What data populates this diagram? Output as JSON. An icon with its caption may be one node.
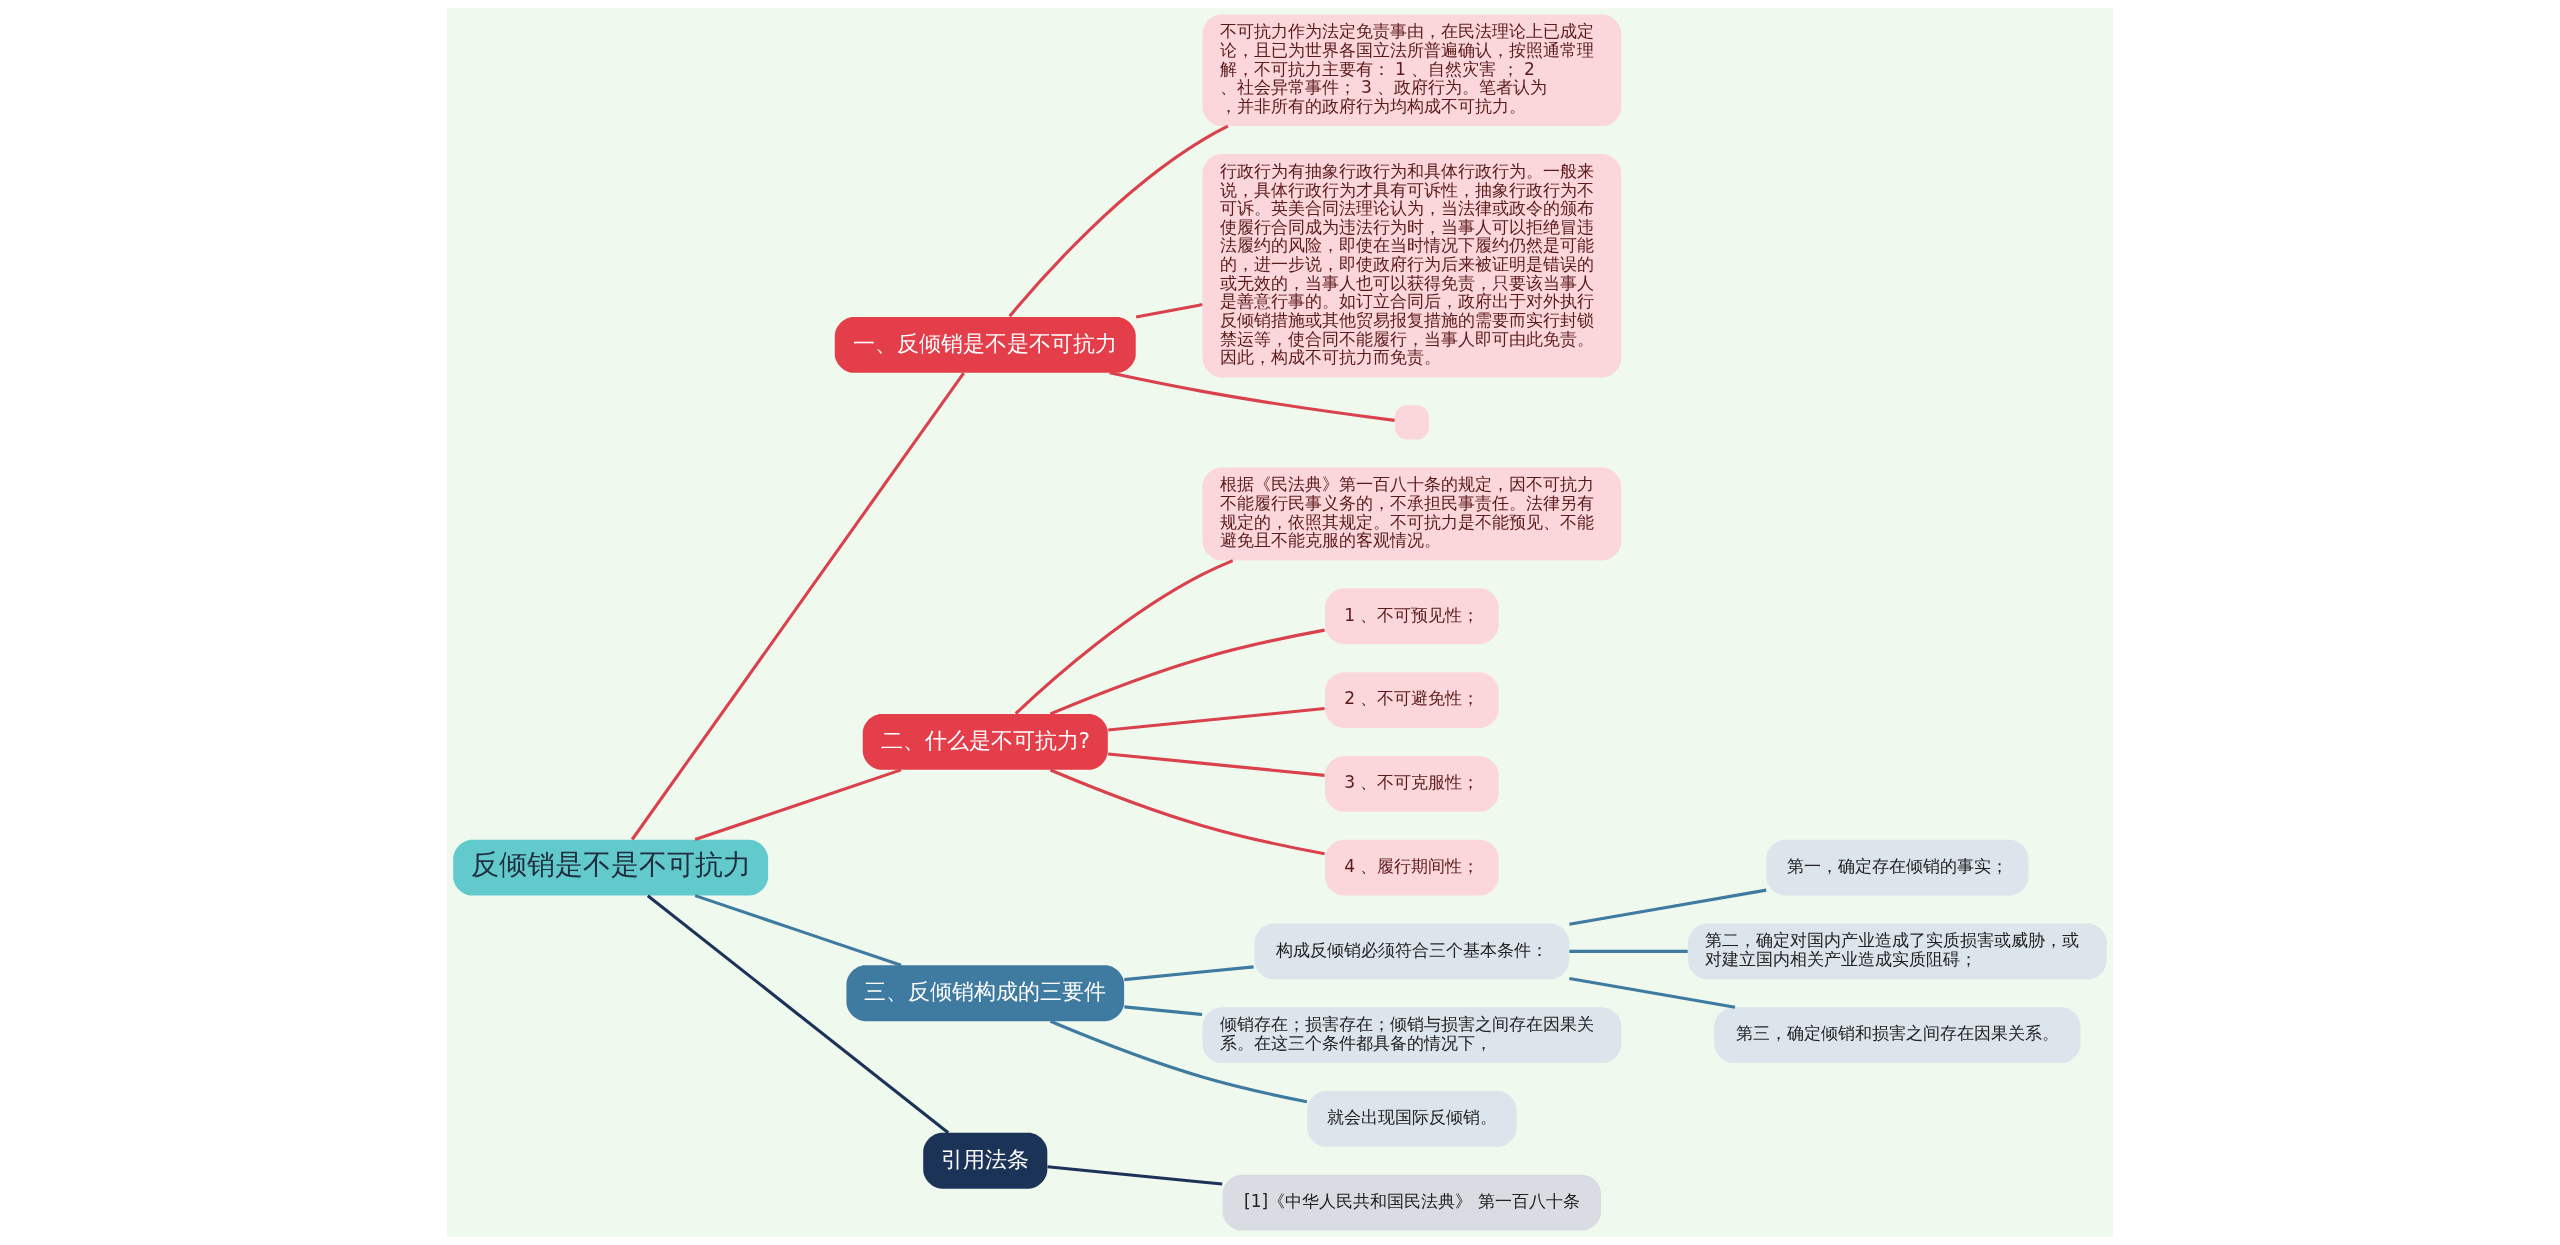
{
  "diagram": {
    "nodes": [
      {
        "text": [
          "反倾销是不是不可抗力"
        ]
      },
      {
        "text": [
          "一、反倾销是不是不可抗力"
        ]
      },
      {
        "text": [
          "不可抗力作为法定免责事由，在民法理论上已成定论，且已为世界各国立法所普遍确认，按照通常理解，不可抗力主要有： 1 、自然灾害 ； 2 、社会异常事件； 3 、政府行为。笔者认为，并非所有的政府行为均构成不可抗力。"
        ]
      },
      {
        "text": [
          "行政行为有抽象行政行为和具体行政行为。一般来说，具体行政行为才具有可诉性，抽象行政行为不可诉。英美合同法理论认为，当法律或政令的颁布使履行合同成为违法行为时，当事人可以拒绝冒违法履约的风险，即使在当时情况下履约仍然是可能的，进一步说，即使政府行为后来被证明是错误的或无效的，当事人也可以获得免责，只要该当事人是善意行事的。如订立合同后，政府出于对外执行反倾销措施或其他贸易报复措施的需要而实行封锁禁运等，使合同不能履行，当事人即可由此免责。因此，构成不可抗力而免责。"
        ]
      },
      {
        "text": [],
        "shape": "box"
      },
      {
        "text": [
          "二、什么是不可抗力?"
        ]
      },
      {
        "text": [
          "根据《民法典》第一百八十条的规定，因不可抗力不能履行民事义务的，不承担民事责任。法律另有规定的，依照其规定。不可抗力是不能预见、不能避免且不能克服的客观情况。"
        ]
      },
      {
        "text": [
          "1 、不可预见性；"
        ]
      },
      {
        "text": [
          "2 、不可避免性；"
        ]
      },
      {
        "text": [
          "3 、不可克服性；"
        ]
      },
      {
        "text": [
          "4 、履行期间性；"
        ]
      },
      {
        "text": [
          "三、反倾销构成的三要件"
        ]
      },
      {
        "text": [
          "构成反倾销必须符合三个基本条件："
        ]
      },
      {
        "text": [
          "第一，确定存在倾销的事实；"
        ]
      },
      {
        "text": [
          "第二，确定对国内产业造成了实质损害或威胁，或对建立国内相关产业造成实质阻碍；"
        ]
      },
      {
        "text": [
          "第三，确定倾销和损害之间存在因果关系。"
        ]
      },
      {
        "text": [
          "倾销存在；损害存在；倾销与损害之间存在因果关系。在这三个条件都具备的情况下，"
        ]
      },
      {
        "text": [
          "就会出现国际反倾销。"
        ]
      },
      {
        "text": [
          "引用法条"
        ]
      },
      {
        "text": [
          "[1]《中华人民共和国民法典》 第一百八十条"
        ]
      }
    ],
    "edges": [
      {
        "from": 0,
        "to": 1,
        "arrow": "none"
      },
      {
        "from": 1,
        "to": 2,
        "arrow": "none"
      },
      {
        "from": 1,
        "to": 3,
        "arrow": "none"
      },
      {
        "from": 1,
        "to": 4,
        "arrow": "none"
      },
      {
        "from": 0,
        "to": 5,
        "arrow": "none"
      },
      {
        "from": 5,
        "to": 6,
        "arrow": "none"
      },
      {
        "from": 5,
        "to": 7,
        "arrow": "none"
      },
      {
        "from": 5,
        "to": 8,
        "arrow": "none"
      },
      {
        "from": 5,
        "to": 9,
        "arrow": "none"
      },
      {
        "from": 5,
        "to": 10,
        "arrow": "none"
      },
      {
        "from": 0,
        "to": 11,
        "arrow": "none",
        "color": "#3f7aa0"
      },
      {
        "from": 11,
        "to": 12,
        "arrow": "none",
        "color": "#3f7aa0"
      },
      {
        "from": 12,
        "to": 13,
        "arrow": "none",
        "color": "#3f7aa0"
      },
      {
        "from": 12,
        "to": 14,
        "arrow": "none",
        "color": "#3f7aa0"
      },
      {
        "from": 12,
        "to": 15,
        "arrow": "none",
        "color": "#3f7aa0"
      },
      {
        "from": 11,
        "to": 16,
        "arrow": "none",
        "color": "#3f7aa0"
      },
      {
        "from": 11,
        "to": 17,
        "arrow": "none",
        "color": "#3f7aa0"
      },
      {
        "from": 0,
        "to": 18,
        "arrow": "none",
        "color": "#1c3358"
      },
      {
        "from": 18,
        "to": 19,
        "arrow": "none",
        "color": "#1c3358"
      }
    ]
  }
}
